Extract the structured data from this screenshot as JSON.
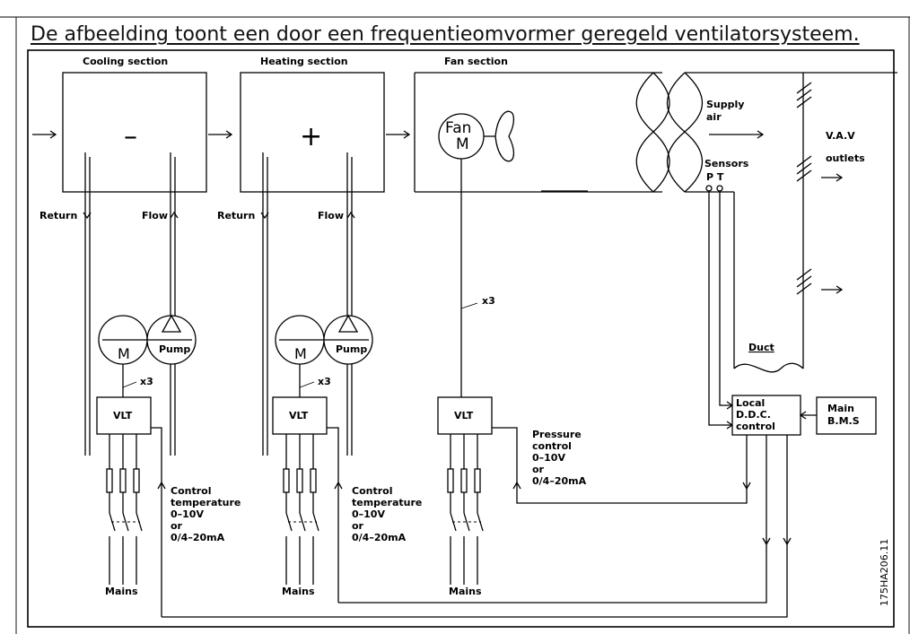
{
  "caption": "De afbeelding toont een door een frequentieomvormer geregeld ventilatorsysteem.",
  "sections": {
    "cooling": "Cooling section",
    "heating": "Heating section",
    "fan": "Fan section"
  },
  "symbols": {
    "minus": "–",
    "plus": "+",
    "fan": "Fan",
    "motor": "M",
    "pump": "Pump",
    "vlt": "VLT"
  },
  "pipes": {
    "return": "Return",
    "flow": "Flow"
  },
  "cable": "x3",
  "control_signal": {
    "line1": "Control",
    "line2": "temperature",
    "line3": "0–10V",
    "line4": "or",
    "line5": "0/4–20mA"
  },
  "pressure_signal": {
    "line1": "Pressure",
    "line2": "control",
    "line3": "0–10V",
    "line4": "or",
    "line5": "0/4–20mA"
  },
  "mains": "Mains",
  "supply_air": {
    "line1": "Supply",
    "line2": "air"
  },
  "sensors": {
    "line1": "Sensors",
    "line2": "P T"
  },
  "vav": {
    "line1": "V.A.V",
    "line2": "outlets"
  },
  "duct": "Duct",
  "ddc": {
    "line1": "Local",
    "line2": "D.D.C.",
    "line3": "control"
  },
  "bms": {
    "line1": "Main",
    "line2": "B.M.S"
  },
  "drawing_code": "175HA206.11"
}
